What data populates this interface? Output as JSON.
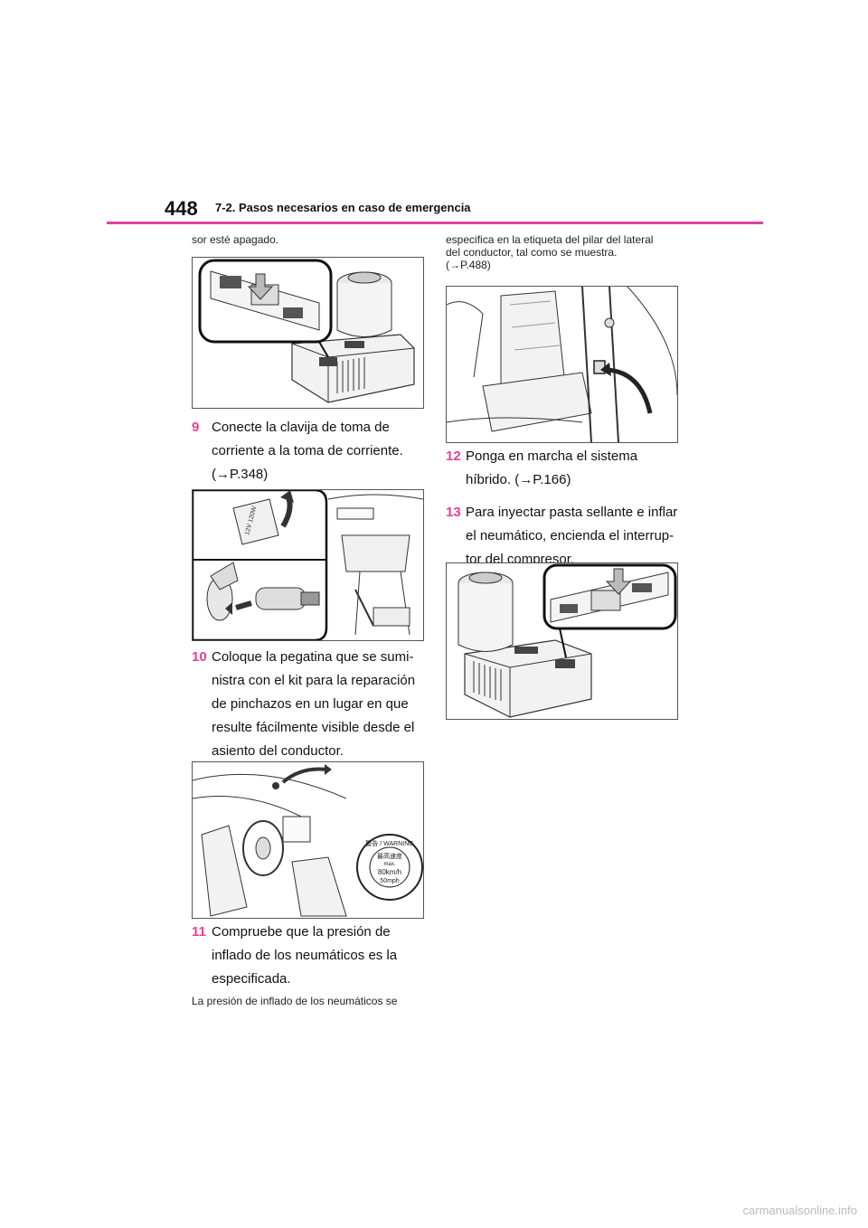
{
  "header": {
    "page_number": "448",
    "chapter_title": "7-2. Pasos necesarios en caso de emergencia"
  },
  "left_column": {
    "intro_text": "sor esté apagado.",
    "step9": {
      "number": "9",
      "lines": [
        "Conecte la clavija de toma de",
        "corriente a la toma de corriente.",
        "(→P.348)"
      ]
    },
    "step10": {
      "number": "10",
      "lines": [
        "Coloque la pegatina que se sumi-",
        "nistra con el kit para la reparación",
        "de pinchazos en un lugar en que",
        "resulte fácilmente visible desde el",
        "asiento del conductor."
      ]
    },
    "step11": {
      "number": "11",
      "lines": [
        "Compruebe que la presión de",
        "inflado de los neumáticos es la",
        "especificada."
      ]
    },
    "bottom_text": "La presión de inflado de los neumáticos se"
  },
  "right_column": {
    "intro_lines": [
      "especifica en la etiqueta del pilar del lateral",
      "del conductor, tal como se muestra.",
      "(→P.488)"
    ],
    "step12": {
      "number": "12",
      "lines": [
        "Ponga en marcha el sistema",
        "híbrido. (→P.166)"
      ]
    },
    "step13": {
      "number": "13",
      "lines": [
        "Para inyectar pasta sellante e inflar",
        "el neumático, encienda el interrup-",
        "tor del compresor."
      ]
    }
  },
  "figures": {
    "fig2_label": "12V 120W",
    "fig3_sticker": {
      "top": "警告 / WARNING",
      "line1": "最高速度",
      "line2": "max.",
      "line3": "80km/h",
      "line4": "50mph"
    }
  },
  "footer": {
    "watermark": "carmanualsonline.info"
  },
  "colors": {
    "accent": "#e040a0",
    "step_number": "#e8408f"
  }
}
